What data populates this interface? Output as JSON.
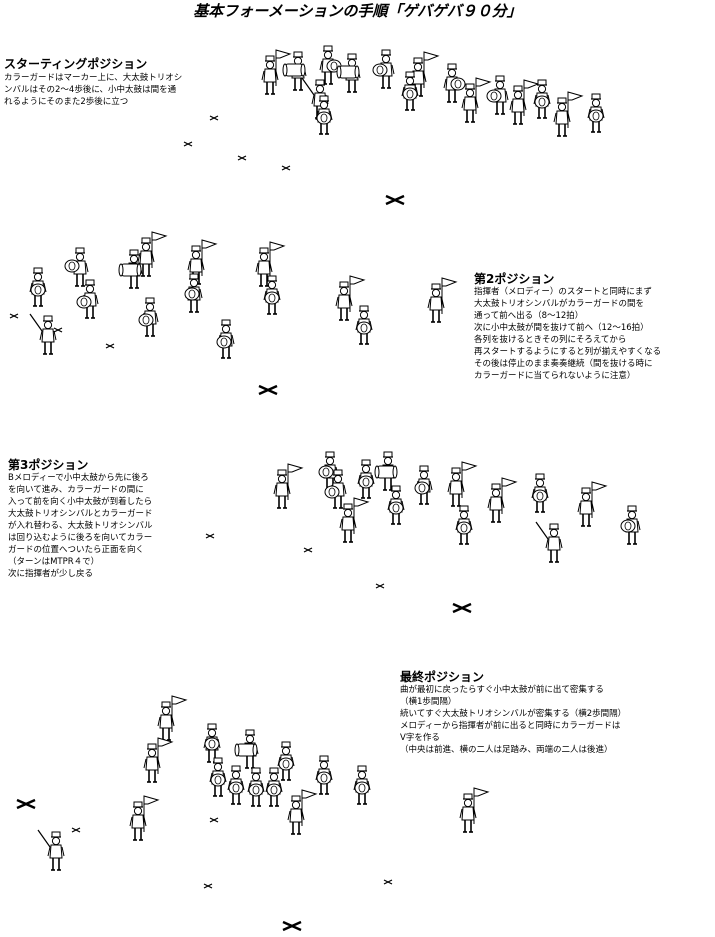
{
  "title": "基本フォーメーションの手順「ゲバゲバ９０分」",
  "sections": [
    {
      "heading": "スターティングポジション",
      "lines": [
        "カラーガードはマーカー上に、大太鼓トリオシ",
        "ンバルはその2〜4歩後に、小中太鼓は間を通",
        "れるようにそのまた2歩後に立つ"
      ]
    },
    {
      "heading": "第2ポジション",
      "lines": [
        "指揮者（メロディー）のスタートと同時にまず",
        "大太鼓トリオシンバルがカラーガードの間を",
        "通って前へ出る（8〜12拍）",
        "次に小中太鼓が間を抜けて前へ（12〜16拍）",
        "各列を抜けるときその列にそろえてから",
        "再スタートするようにすると列が揃えやすくなる",
        "その後は停止のまま奏奏継続（間を抜ける時に",
        "カラーガードに当てられないように注意）"
      ]
    },
    {
      "heading": "第3ポジション",
      "lines": [
        "Bメロディーで小中太鼓から先に後ろ",
        "を向いて進み、カラーガードの間に",
        "入って前を向く小中太鼓が到着したら",
        "大太鼓トリオシンバルとカラーガード",
        "が入れ替わる、大太鼓トリオシンバル",
        "は回り込むように後ろを向いてカラー",
        "ガードの位置へついたら正面を向く",
        "（ターンはMTPR４で）",
        "次に指揮者が少し戻る"
      ]
    },
    {
      "heading": "最終ポジション",
      "lines": [
        "曲が最初に戻ったらすぐ小中太鼓が前に出て密集する",
        "（横1歩間隔）",
        "続いてすぐ大太鼓トリオシンバルが密集する（横2歩間隔）",
        "メロディーから指揮者が前に出ると同時にカラーガードは",
        "V字を作る",
        "（中央は前進、横の二人は足踏み、両端の二人は後進）"
      ]
    }
  ]
}
